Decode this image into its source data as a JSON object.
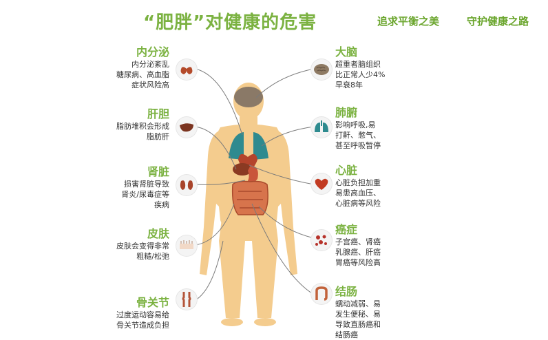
{
  "title": "“肥胖”对健康的危害",
  "slogans": [
    "追求平衡之美",
    "守护健康之路"
  ],
  "left": [
    {
      "name": "内分泌",
      "lines": [
        "内分泌紊乱",
        "糖尿病、高血脂",
        "症状风险高"
      ],
      "icon": "thyroid-icon"
    },
    {
      "name": "肝胆",
      "lines": [
        "脂肪堆积会形成",
        "脂肪肝"
      ],
      "icon": "liver-icon"
    },
    {
      "name": "肾脏",
      "lines": [
        "损害肾脏导致",
        "肾炎/尿毒症等",
        "疾病"
      ],
      "icon": "kidney-icon"
    },
    {
      "name": "皮肤",
      "lines": [
        "皮肤会变得非常",
        "粗糙/松弛"
      ],
      "icon": "skin-icon"
    },
    {
      "name": "骨关节",
      "lines": [
        "过度运动容易给",
        "骨关节造成负担"
      ],
      "icon": "joint-icon"
    }
  ],
  "right": [
    {
      "name": "大脑",
      "lines": [
        "超重者脑组织",
        "比正常人少4%",
        "早衰8年"
      ],
      "icon": "brain-icon"
    },
    {
      "name": "肺腑",
      "lines": [
        "影响呼吸,易",
        "打鼾、憋气、",
        "甚至呼吸暂停"
      ],
      "icon": "lungs-icon"
    },
    {
      "name": "心脏",
      "lines": [
        "心脏负担加重",
        "易患高血压、",
        "心脏病等风险"
      ],
      "icon": "heart-icon"
    },
    {
      "name": "癌症",
      "lines": [
        "子宫癌、肾癌",
        "乳腺癌、肝癌",
        "胃癌等风险高"
      ],
      "icon": "cancer-cells-icon"
    },
    {
      "name": "结肠",
      "lines": [
        "蠕动减弱、易",
        "发生便秘、易",
        "导致直肠癌和",
        "结肠癌"
      ],
      "icon": "colon-icon"
    }
  ]
}
